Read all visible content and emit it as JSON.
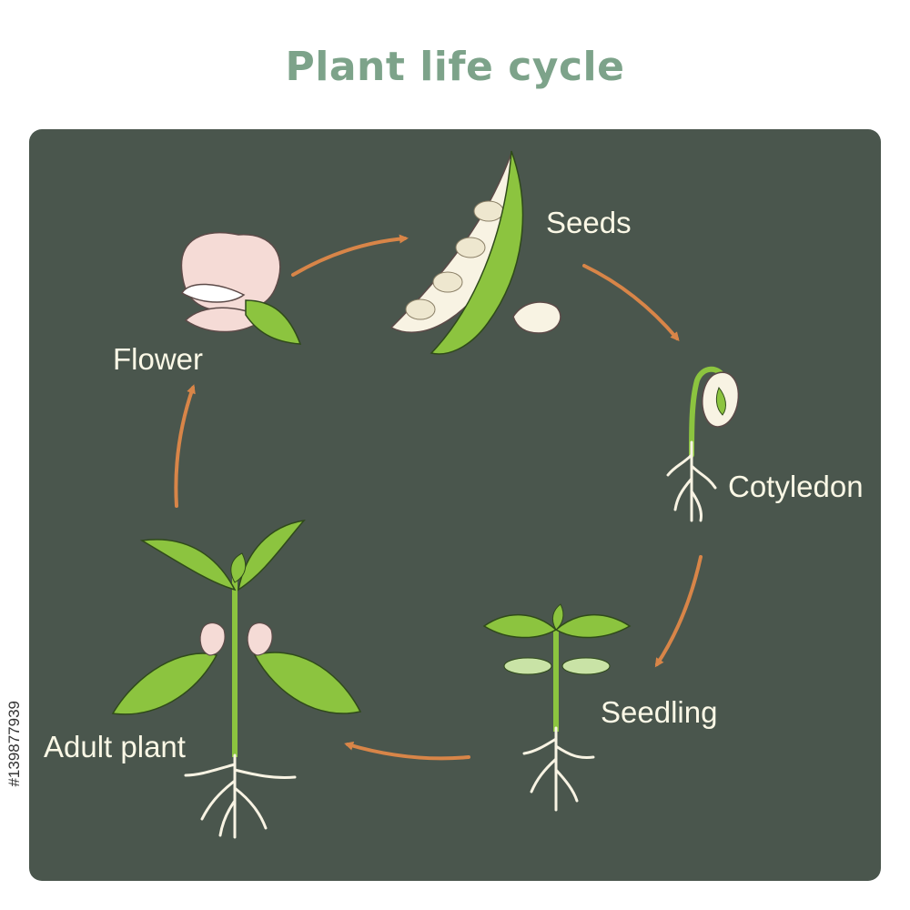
{
  "title": "Plant life cycle",
  "stages": {
    "seeds": "Seeds",
    "cotyledon": "Cotyledon",
    "seedling": "Seedling",
    "adult_plant": "Adult plant",
    "flower": "Flower"
  },
  "stock_id": "#139877939",
  "colors": {
    "panel": "#4a564d",
    "title": "#7da38a",
    "arrow": "#d88548",
    "leaf": "#8cc43f",
    "label": "#fbf8e6"
  }
}
